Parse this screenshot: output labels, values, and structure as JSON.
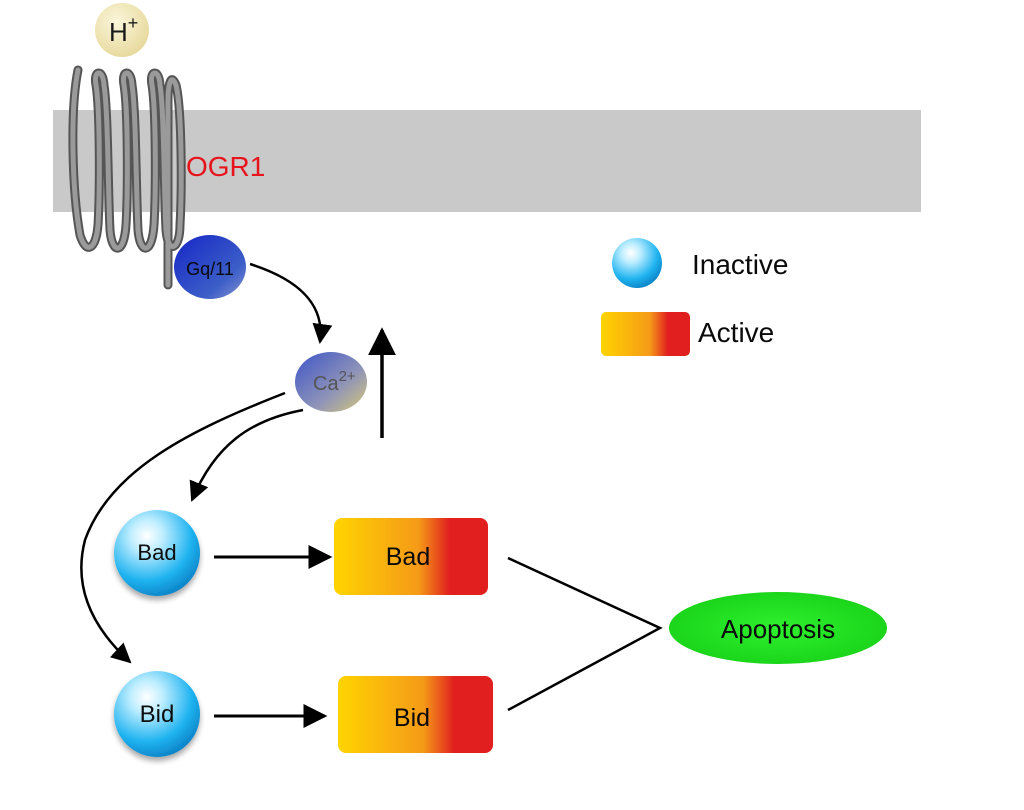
{
  "diagram": {
    "ligand": {
      "base": "H",
      "superscript": "+"
    },
    "receptor": {
      "label": "OGR1",
      "label_color": "#e8141c"
    },
    "g_protein": {
      "label": "Gq/11"
    },
    "calcium": {
      "base": "Ca",
      "superscript": "2+"
    },
    "legend": {
      "inactive_label": "Inactive",
      "active_label": "Active"
    },
    "nodes": {
      "bad_inactive": "Bad",
      "bid_inactive": "Bid",
      "bad_active": "Bad",
      "bid_active": "Bid",
      "apoptosis": "Apoptosis"
    },
    "colors": {
      "membrane": "#c9c9c9",
      "receptor_coil": "#8c8c8c",
      "active_start": "#ffd400",
      "active_end": "#e11f1f",
      "inactive_light": "#e6f8ff",
      "inactive_dark": "#0aa6e6",
      "g_protein": "#1b2bbf",
      "ligand_fill": "#f1e7b0",
      "apoptosis_fill": "#1fe01f"
    }
  }
}
